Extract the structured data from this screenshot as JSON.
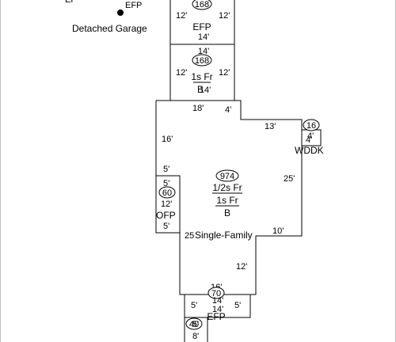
{
  "top_fragment": "EF",
  "garage": {
    "code": "EFP",
    "name": "Detached Garage"
  },
  "efp_top": {
    "area": "168",
    "code": "EFP",
    "width_top": "12'",
    "width_right": "12'",
    "depth": "14'"
  },
  "first_floor_addition": {
    "area": "168",
    "line1": "1s Fr",
    "line2": "B",
    "overlap": "14'",
    "depth_top": "14'",
    "left": "12'",
    "right": "12'"
  },
  "main": {
    "area": "974",
    "line1": "1/2s Fr",
    "line2": "1s Fr",
    "line3": "B",
    "name": "Single-Family",
    "dims": {
      "top": "18'",
      "step": "4'",
      "upper_left": "16'",
      "right_top": "13'",
      "right": "25'",
      "inset": "5'",
      "bottom_right": "10'",
      "bottom_left": "25",
      "lower_right": "12'",
      "bottom": "16'"
    }
  },
  "ofp": {
    "area": "60",
    "code": "OFP",
    "top": "5'",
    "side": "12'",
    "bottom": "5'"
  },
  "wddk": {
    "area": "16",
    "code": "WDDK",
    "side_a": "4'",
    "side_b": "4'"
  },
  "porch_bottom": {
    "area": "70",
    "code": "EFP",
    "top": "14'",
    "bottom": "14'",
    "left": "5'",
    "right": "5'"
  },
  "bottom_unit": {
    "area": "40",
    "side_a": "5'",
    "side_b": "8'"
  }
}
